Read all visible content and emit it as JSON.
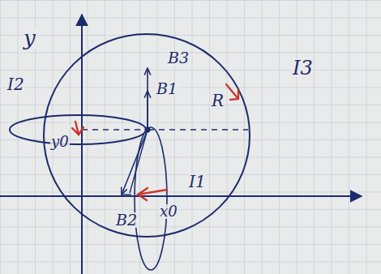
{
  "diagram": {
    "labels": [
      "y",
      "I2",
      "y0",
      "B3",
      "B1",
      "R",
      "I3",
      "I1",
      "B2",
      "x0"
    ]
  }
}
